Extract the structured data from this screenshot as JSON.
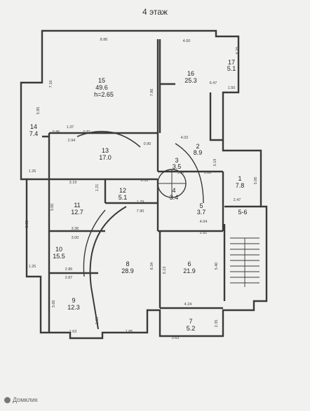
{
  "plan": {
    "title": "4 этаж",
    "rooms": [
      {
        "id": "16a",
        "number": "15",
        "area": "49.6",
        "height": "h=2.65"
      },
      {
        "id": "16",
        "number": "16",
        "area": "25.3"
      },
      {
        "id": "17",
        "number": "17",
        "area": "5.1"
      },
      {
        "id": "14",
        "number": "14",
        "area": "7.4"
      },
      {
        "id": "13",
        "number": "13",
        "area": "17.0"
      },
      {
        "id": "2",
        "number": "2",
        "area": "8.9"
      },
      {
        "id": "3",
        "number": "3",
        "area": "3.5"
      },
      {
        "id": "1",
        "number": "1",
        "area": "7.8"
      },
      {
        "id": "12",
        "number": "12",
        "area": "5.1"
      },
      {
        "id": "4",
        "number": "4",
        "area": "3.4"
      },
      {
        "id": "5",
        "number": "5",
        "area": "3.7"
      },
      {
        "id": "56",
        "number": "5-6",
        "area": ""
      },
      {
        "id": "11",
        "number": "11",
        "area": "12.7"
      },
      {
        "id": "10",
        "number": "10",
        "area": "15.5"
      },
      {
        "id": "8",
        "number": "8",
        "area": "28.9"
      },
      {
        "id": "6",
        "number": "6",
        "area": "21.9"
      },
      {
        "id": "9",
        "number": "9",
        "area": "12.3"
      },
      {
        "id": "7",
        "number": "7",
        "area": "5.2"
      }
    ],
    "dimensions": [
      "8.86",
      "4.00",
      "7.16",
      "7.86",
      "6.47",
      "1.50",
      "5.85",
      "1.37",
      "0.86",
      "0.81",
      "2.94",
      "0.90",
      "4.02",
      "2.53",
      "1.63",
      "0.88",
      "3.47",
      "1.86",
      "5.19",
      "1.26",
      "3.19",
      "1.21",
      "1.79",
      "7.90",
      "2.47",
      "3.00",
      "3.36",
      "3.00",
      "4.04",
      "2.91",
      "2.86",
      "5.85",
      "1.25",
      "2.87",
      "8.34",
      "5.13",
      "5.40",
      "3.66",
      "1.63",
      "2.35",
      "4.24",
      "1.85",
      "3.63",
      "2.35",
      "6.25",
      "5.06"
    ]
  },
  "watermark": {
    "text": "Домклик"
  }
}
